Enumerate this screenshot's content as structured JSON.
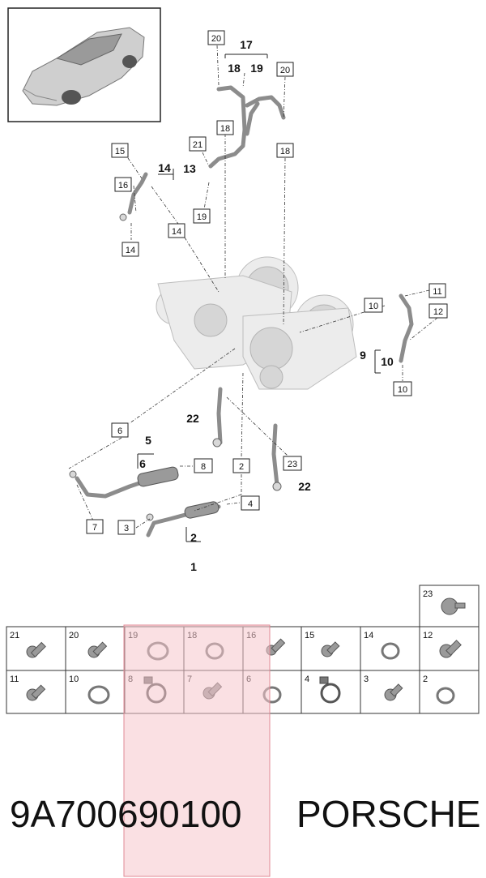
{
  "callouts": [
    "20",
    "17",
    "18",
    "19",
    "20",
    "18",
    "21",
    "18",
    "14",
    "13",
    "15",
    "16",
    "19",
    "14",
    "14",
    "11",
    "10",
    "12",
    "9",
    "10",
    "10",
    "22",
    "6",
    "5",
    "6",
    "8",
    "2",
    "23",
    "22",
    "4",
    "7",
    "3",
    "2",
    "1"
  ],
  "table_cells": [
    "23",
    "21",
    "20",
    "19",
    "18",
    "16",
    "15",
    "14",
    "12",
    "11",
    "10",
    "8",
    "7",
    "6",
    "4",
    "3",
    "2"
  ],
  "footer": {
    "part_number": "9A700690100",
    "brand": "PORSCHE"
  },
  "colors": {
    "highlight": "#f6c7cc",
    "parts": "#9a9a9a"
  }
}
